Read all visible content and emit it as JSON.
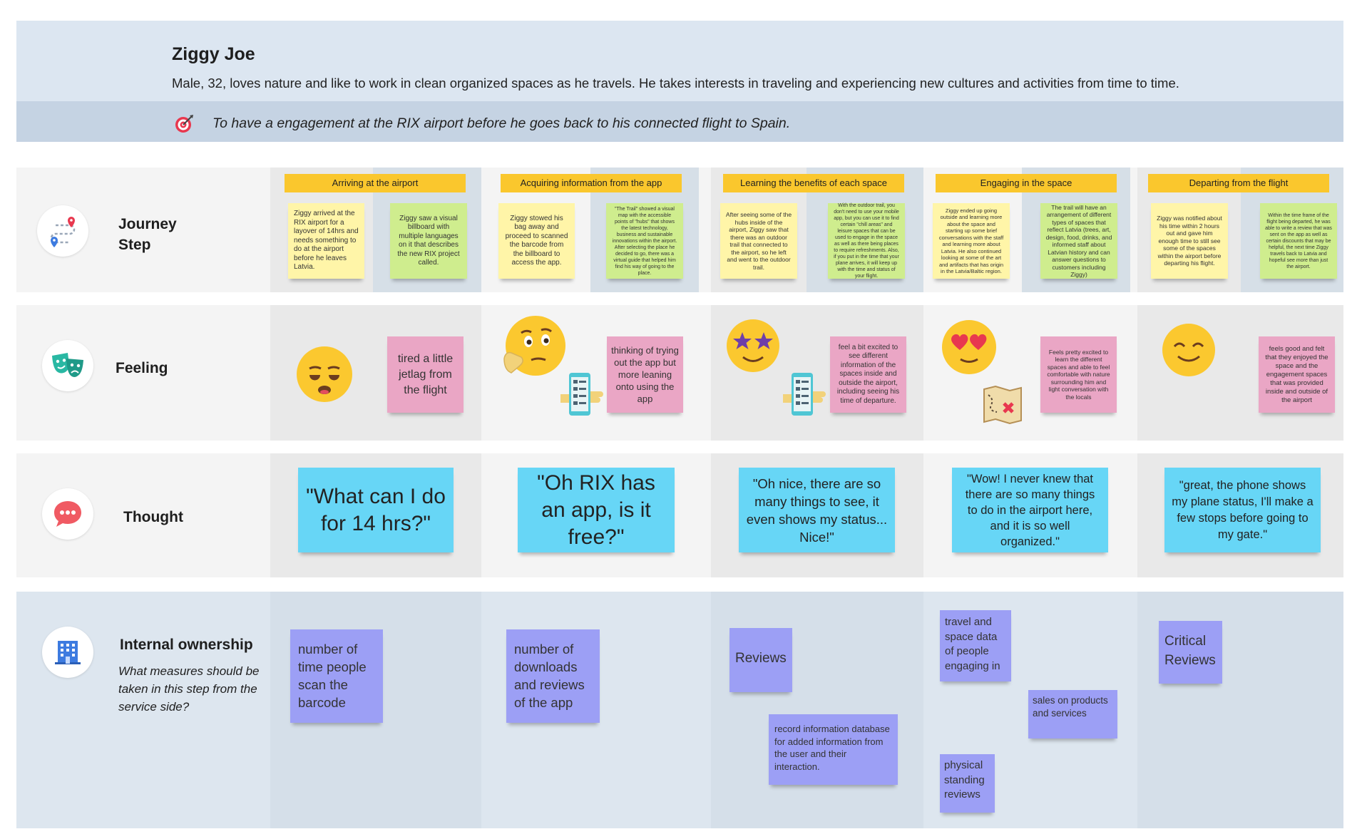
{
  "persona": {
    "name": "Ziggy Joe",
    "description": "Male, 32, loves nature and like to work in clean organized spaces as he travels. He takes interests in traveling and experiencing new cultures and activities from time to time.",
    "goal": "To have a engagement at the RIX airport before he goes back to his connected flight to Spain."
  },
  "rows": {
    "journey": {
      "label": "Journey Step",
      "icon": "route-map-icon"
    },
    "feeling": {
      "label": "Feeling",
      "icon": "theater-masks-icon"
    },
    "thought": {
      "label": "Thought",
      "icon": "chat-bubble-icon"
    },
    "ownership": {
      "label": "Internal ownership",
      "subtitle": "What measures should be taken in this step from the service side?",
      "icon": "building-icon"
    }
  },
  "stages": [
    {
      "title": "Arriving at the airport",
      "yellow_note": "Ziggy arrived at the RIX airport for a layover of 14hrs and needs something to do at the airport before he leaves Latvia.",
      "green_note": "Ziggy saw a visual billboard with multiple languages on it that describes the new RIX project called.",
      "feeling_emoji": "tired-face-emoji",
      "feeling_note": "tired a little jetlag from the flight",
      "thought": "\"What can I do for 14 hrs?\"",
      "ownership": [
        "number of time people scan the barcode"
      ]
    },
    {
      "title": "Acquiring information from the app",
      "yellow_note": "Ziggy stowed his bag away and proceed to scanned the barcode from the billboard to access the app.",
      "green_note": "\"The Trail\" showed a visual map with the accessible points of \"hubs\" that shows the latest technology, business and sustainable innovations within the airport. After selecting the place he decided to go, there was a virtual guide that helped him find his way of going to the place.",
      "feeling_emoji": "thinking-face-emoji",
      "feeling_note": "thinking of trying out the app but more leaning onto using the app",
      "thought": "\"Oh RIX has an app, is it free?\"",
      "ownership": [
        "number of downloads and reviews of the app"
      ]
    },
    {
      "title": "Learning the benefits of each space",
      "yellow_note": "After seeing some of the hubs inside of the airport, Ziggy saw that there was an outdoor trail that connected to the airport, so he left and went to the outdoor trail.",
      "green_note": "With the outdoor trail, you don't need to use your mobile app, but you can use it to find certain \"chill areas\" and leisure spaces that can be used to engage in the space as well as there being places to require refreshments. Also, if you put in the time that your plane arrives, it will keep up with the time and status of your flight.",
      "feeling_emoji": "star-struck-emoji",
      "feeling_note": "feel a bit excited to see different information of the spaces inside and outside the airport, including seeing his time of departure.",
      "thought": "\"Oh nice, there are so many things to see, it even shows my status... Nice!\"",
      "ownership": [
        "Reviews",
        "record information database for added information from the user and their interaction."
      ]
    },
    {
      "title": "Engaging in the space",
      "yellow_note": "Ziggy ended up going outside and learning more about the space and starting up some brief conversations with the staff and learning more about Latvia. He also continued looking at some of the art and artifacts that has origin in the Latvia/Baltic region.",
      "green_note": "The trail will have an arrangement of different types of spaces that reflect Latvia (trees, art, design, food, drinks, and informed staff about Latvian history and can answer questions to customers including Ziggy)",
      "feeling_emoji": "heart-eyes-emoji",
      "feeling_note": "Feels pretty excited to learn the different spaces and able to feel comfortable with nature surrounding him and light conversation with the locals",
      "thought": "\"Wow! I never knew that there are so many things to do in the airport here, and it is so well organized.\"",
      "ownership": [
        "travel and space data of people engaging in",
        "sales on products and services",
        "physical standing reviews"
      ]
    },
    {
      "title": "Departing from the flight",
      "yellow_note": "Ziggy was notified about his time within 2 hours out and gave him enough time to still see some of the spaces within the airport before departing his flight.",
      "green_note": "Within the time frame of the flight being departed, he was able to write a review that was sent on the app as well as certain discounts that may be helpful, the next time Ziggy travels back to Latvia and hopeful see more than just the airport.",
      "feeling_emoji": "smiling-face-emoji",
      "feeling_note": "feels good and felt that they enjoyed the space and the engagement spaces that was provided inside and outside of the airport",
      "thought": "\"great, the phone shows my plane status, I'll make a few stops before going to my gate.\"",
      "ownership": [
        "Critical Reviews"
      ]
    }
  ]
}
